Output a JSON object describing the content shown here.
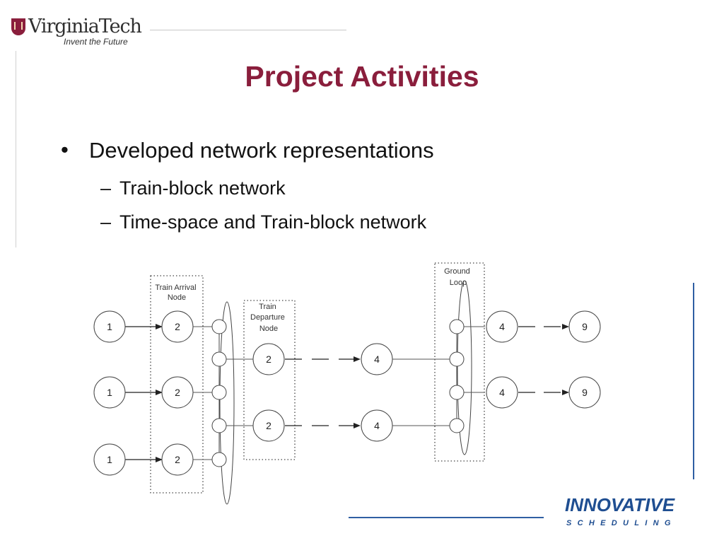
{
  "header": {
    "logo": {
      "wordmark": "VirginiaTech",
      "tagline": "Invent the Future"
    }
  },
  "slide": {
    "title": "Project Activities",
    "bullets": [
      {
        "text": "Developed network representations",
        "sub": [
          "Train-block network",
          "Time-space and Train-block network"
        ]
      }
    ]
  },
  "diagram": {
    "group_labels": {
      "arrival": "Train Arrival Node",
      "departure": "Train Departure Node",
      "ground": "Ground Loop"
    },
    "arrival_rows": [
      {
        "from": "1",
        "to": "2"
      },
      {
        "from": "1",
        "to": "2"
      },
      {
        "from": "1",
        "to": "2"
      }
    ],
    "departure_rows": [
      {
        "from": "2",
        "to": "4"
      },
      {
        "from": "2",
        "to": "4"
      }
    ],
    "exit_rows": [
      {
        "from": "4",
        "to": "9"
      },
      {
        "from": "4",
        "to": "9"
      }
    ]
  },
  "footer": {
    "logo": {
      "name": "Innovative Scheduling",
      "top": "INNOVATIVE",
      "bottom": "SCHEDULING"
    }
  },
  "colors": {
    "title": "#8a1e3c",
    "accent_blue": "#2f5fa3",
    "text": "#111111"
  }
}
